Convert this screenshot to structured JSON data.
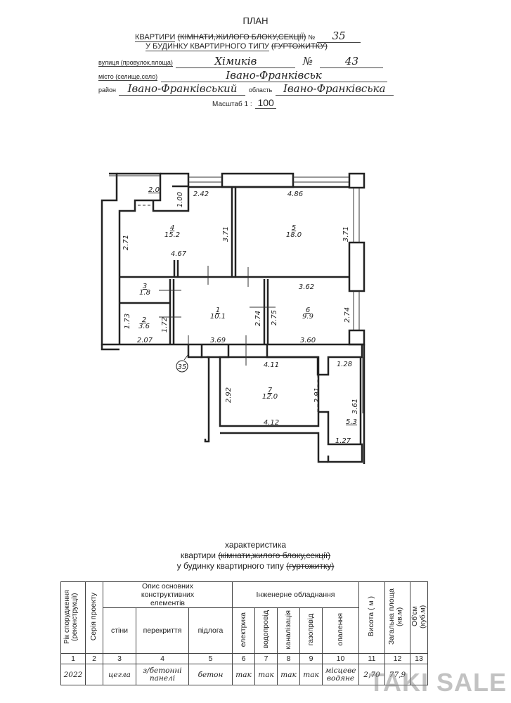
{
  "header": {
    "title": "ПЛАН",
    "line1_main": "КВАРТИРИ",
    "line1_struck": "(КІМНАТИ,ЖИЛОГО БЛОКУ,СЕКЦІЇ)",
    "line1_no_label": "№",
    "apartment_no": "35",
    "line2_main": "У БУДИНКУ КВАРТИРНОГО ТИПУ",
    "line2_struck": "(ГУРТОЖИТКУ)",
    "street_label": "вулиця (провулок,площа)",
    "street": "Хімиків",
    "house_no_label": "№",
    "house_no": "43",
    "city_label": "місто (селище,село)",
    "city": "Івано-Франківськ",
    "district_label": "район",
    "district": "Івано-Франківський",
    "region_label": "область",
    "region": "Івано-Франківська",
    "scale_label": "Масштаб 1 :",
    "scale": "100"
  },
  "plan": {
    "rooms": [
      {
        "no": "1",
        "area": "10.1"
      },
      {
        "no": "2",
        "area": "3.6"
      },
      {
        "no": "3",
        "area": "1.8"
      },
      {
        "no": "4",
        "area": "15.2"
      },
      {
        "no": "5",
        "area": "18.0"
      },
      {
        "no": "6",
        "area": "9.9"
      },
      {
        "no": "7",
        "area": "12.0"
      },
      {
        "area": "5.3"
      }
    ],
    "dims": [
      "2.0",
      "1.00",
      "2.42",
      "4.86",
      "3.71",
      "3.71",
      "2.71",
      "4.67",
      "3.62",
      "2.74",
      "2.75",
      "2.74",
      "1.73",
      "1.72",
      "2.07",
      "3.69",
      "3.60",
      "4.11",
      "1.28",
      "2.92",
      "2.91",
      "3.61",
      "4.12",
      "1.27"
    ],
    "apartment_marker": "35"
  },
  "characteristics": {
    "title": "характеристика",
    "line1_main": "квартири",
    "line1_struck": "(кімнати,жилого блоку,секції)",
    "line2_main": "у будинку квартирного типу",
    "line2_struck": "(гуртожитку)",
    "table": {
      "col_year": "Рік спорудження (реконструкції)",
      "col_series": "Серія проекту",
      "group_structural": "Опис основних конструктивних елементів",
      "col_walls": "стіни",
      "col_floors": "перекриття",
      "col_flooring": "підлога",
      "group_engineering": "Інженерне обладнання",
      "col_electric": "електрика",
      "col_water": "водопровід",
      "col_sewer": "каналізація",
      "col_gas": "газопрвід",
      "col_heating": "опалення",
      "col_height": "Висота ( м )",
      "col_area": "Загальна площа (кв.м)",
      "col_volume": "Об'єм (куб.м)",
      "numbers": [
        "1",
        "2",
        "3",
        "4",
        "5",
        "6",
        "7",
        "8",
        "9",
        "10",
        "11",
        "12",
        "13"
      ],
      "row": {
        "year": "2022",
        "series": "",
        "walls": "цегла",
        "floors": "з/бетонні панелі",
        "flooring": "бетон",
        "electric": "так",
        "water": "так",
        "sewer": "так",
        "gas": "так",
        "heating": "місцеве водяне",
        "height": "2,70",
        "area": "77,9",
        "volume": ""
      }
    }
  },
  "watermark": "TAKI SALE"
}
